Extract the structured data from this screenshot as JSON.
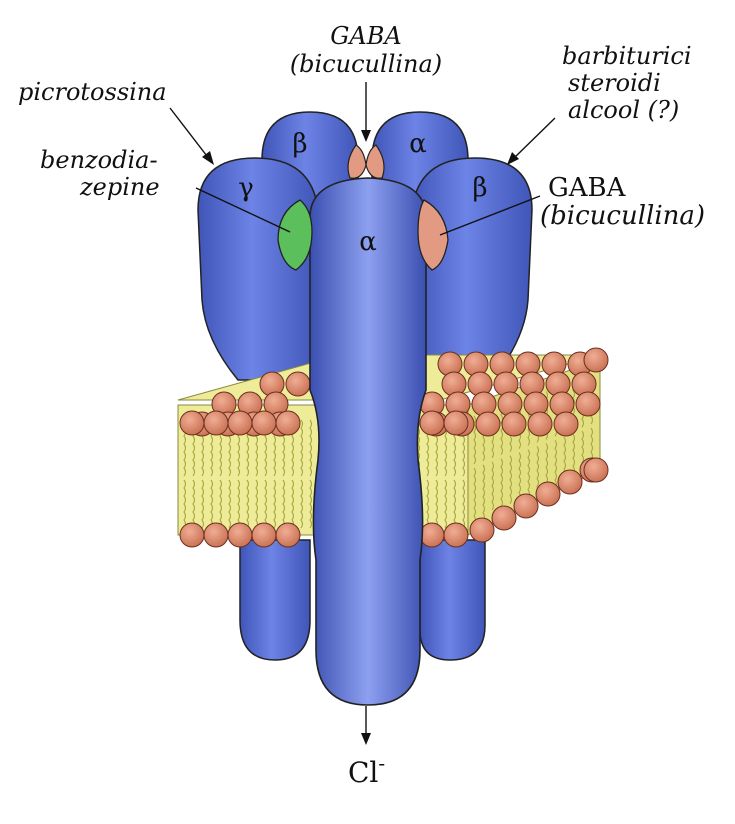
{
  "labels": {
    "gaba_top_line1": "GABA",
    "gaba_top_line2": "(bicucullina)",
    "picrotossina": "picrotossina",
    "barbiturici": "barbiturici",
    "steroidi": "steroidi",
    "alcool": "alcool (?)",
    "benzodia": "benzodia-",
    "zepine": "zepine",
    "gaba_right_line1": "GABA",
    "gaba_right_line2": "(bicucullina)",
    "chloride": "Cl",
    "chloride_charge": "-"
  },
  "subunits": {
    "beta_back": "β",
    "alpha_back": "α",
    "gamma": "γ",
    "beta_right": "β",
    "alpha_front": "α"
  },
  "colors": {
    "protein": "#5b72d9",
    "protein_dark": "#3c51b3",
    "protein_light": "#97a9f0",
    "membrane": "#eeec98",
    "phospholipid_head": "#d98569",
    "benzodiazepine_site": "#5bbf5b",
    "gaba_site": "#e39a82"
  }
}
